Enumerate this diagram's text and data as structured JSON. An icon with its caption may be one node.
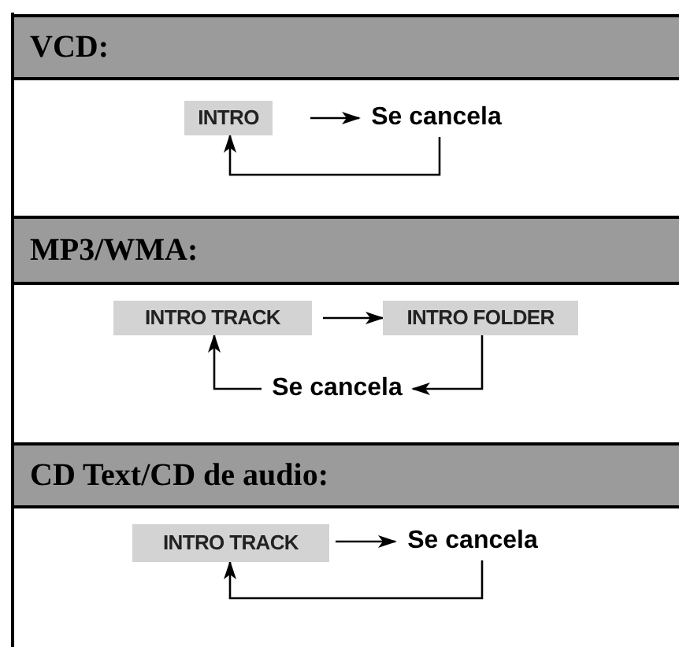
{
  "diagram": {
    "nodes": [
      {
        "text": [
          "VCD:"
        ]
      },
      {
        "text": [
          "INTRO"
        ]
      },
      {
        "text": [
          "Se cancela"
        ]
      },
      {
        "text": [
          "MP3/WMA:"
        ]
      },
      {
        "text": [
          "INTRO TRACK"
        ]
      },
      {
        "text": [
          "INTRO FOLDER"
        ]
      },
      {
        "text": [
          "Se cancela"
        ]
      },
      {
        "text": [
          "CD Text/CD de audio:"
        ]
      },
      {
        "text": [
          "INTRO TRACK"
        ]
      },
      {
        "text": [
          "Se cancela"
        ]
      }
    ],
    "edges": [
      {
        "from": 1,
        "to": 2,
        "arrow": "to"
      },
      {
        "from": 2,
        "to": 1,
        "arrow": "to"
      },
      {
        "from": 4,
        "to": 5,
        "arrow": "to"
      },
      {
        "from": 5,
        "to": 6,
        "arrow": "to"
      },
      {
        "from": 6,
        "to": 4,
        "arrow": "to"
      },
      {
        "from": 8,
        "to": 9,
        "arrow": "to"
      },
      {
        "from": 9,
        "to": 8,
        "arrow": "to"
      }
    ]
  }
}
